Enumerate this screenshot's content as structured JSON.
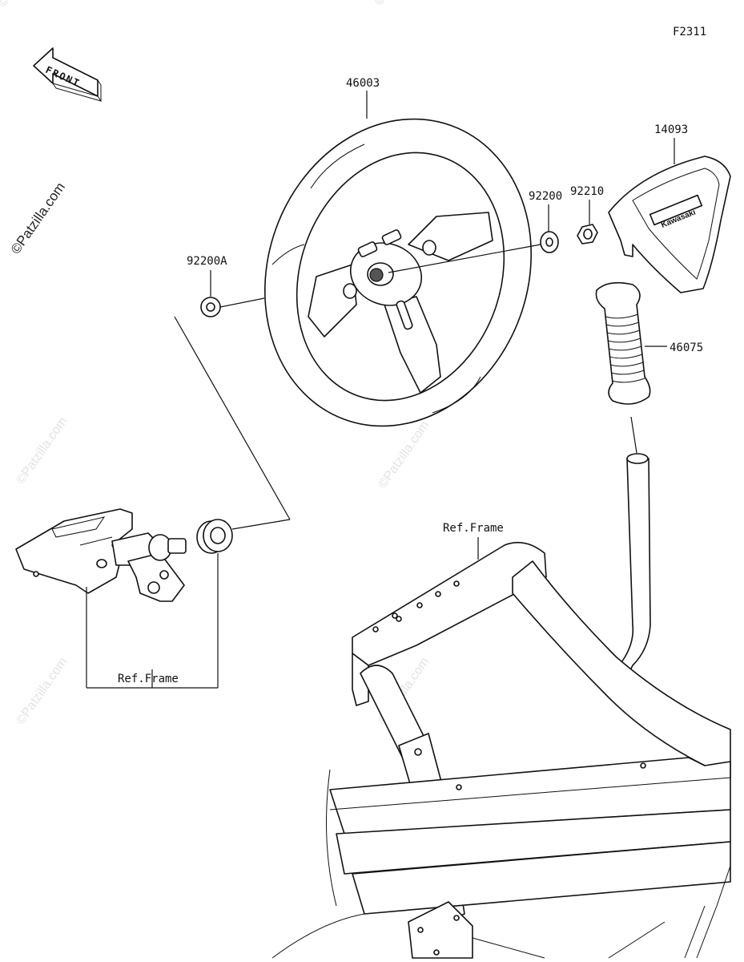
{
  "figure_code": "F2311",
  "front_arrow_label": "FRONT",
  "watermark": "©Patzilla.com",
  "parts": {
    "steering_wheel": "46003",
    "pad": "14093",
    "washer": "92200",
    "nut": "92210",
    "washer_a": "92200A",
    "grip": "46075"
  },
  "references": {
    "frame_top": "Ref.Frame",
    "frame_bottom": "Ref.Frame"
  }
}
